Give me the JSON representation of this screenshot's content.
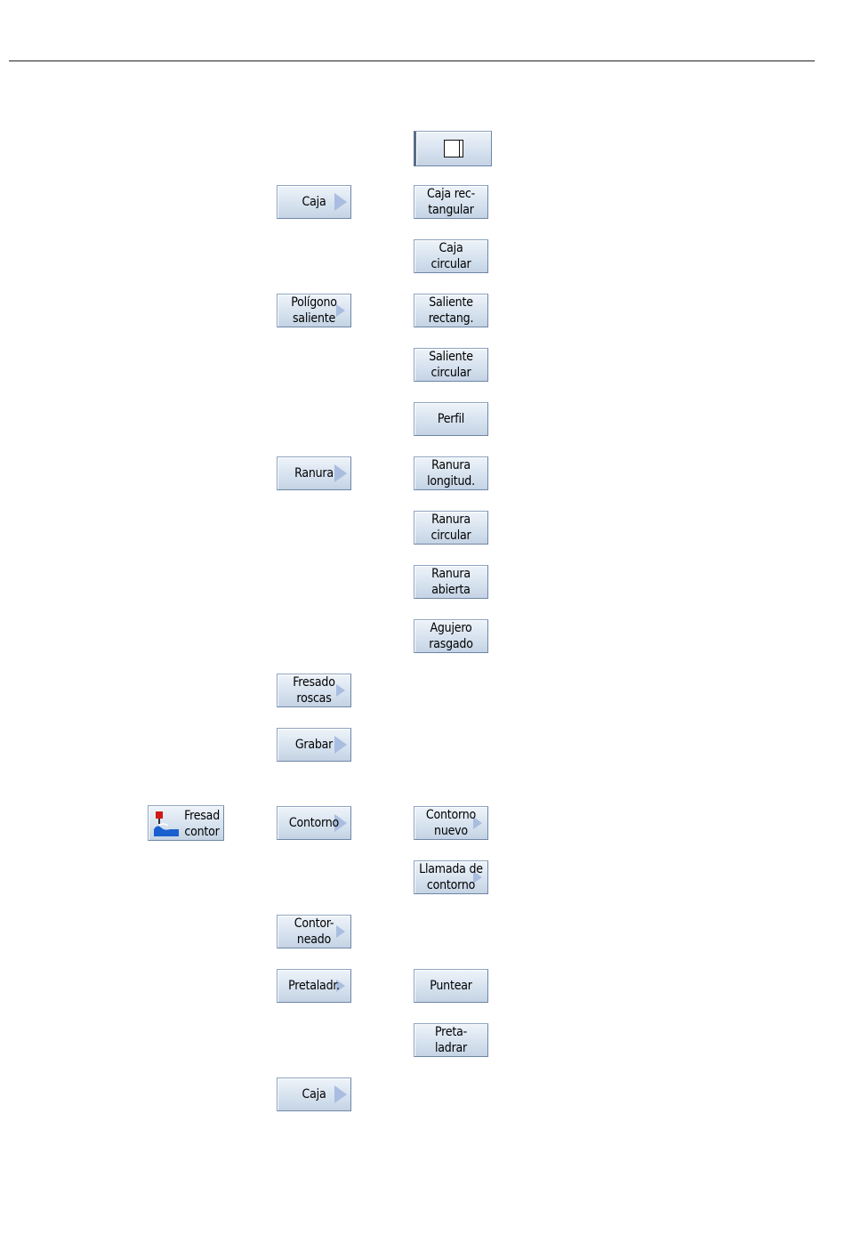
{
  "top_button": {
    "icon": "window-square-icon"
  },
  "col2": {
    "caja": "Caja",
    "poligono": "Polígono\nsaliente",
    "ranura": "Ranura",
    "fresado_roscas": "Fresado\nroscas",
    "grabar": "Grabar",
    "contorno": "Contorno",
    "contorneado": "Contor-\nneado",
    "pretaladr": "Pretaladr.",
    "caja2": "Caja"
  },
  "col3": {
    "caja_rect": "Caja rec-\ntangular",
    "caja_circ": "Caja\ncircular",
    "saliente_rect": "Saliente\nrectang.",
    "saliente_circ": "Saliente\ncircular",
    "perfil": "Perfil",
    "ranura_long": "Ranura\nlongitud.",
    "ranura_circ": "Ranura\ncircular",
    "ranura_abierta": "Ranura\nabierta",
    "agujero": "Agujero\nrasgado",
    "contorno_nuevo": "Contorno\nnuevo",
    "llamada": "Llamada de\ncontorno",
    "puntear": "Puntear",
    "pretaladrar": "Preta-\nladrar"
  },
  "col1": {
    "fresad_contor": "Fresad\ncontor",
    "icon": "contour-milling-icon"
  },
  "colors": {
    "accent_arrow": "#a9bde0",
    "button_border": "#8da3bf"
  }
}
